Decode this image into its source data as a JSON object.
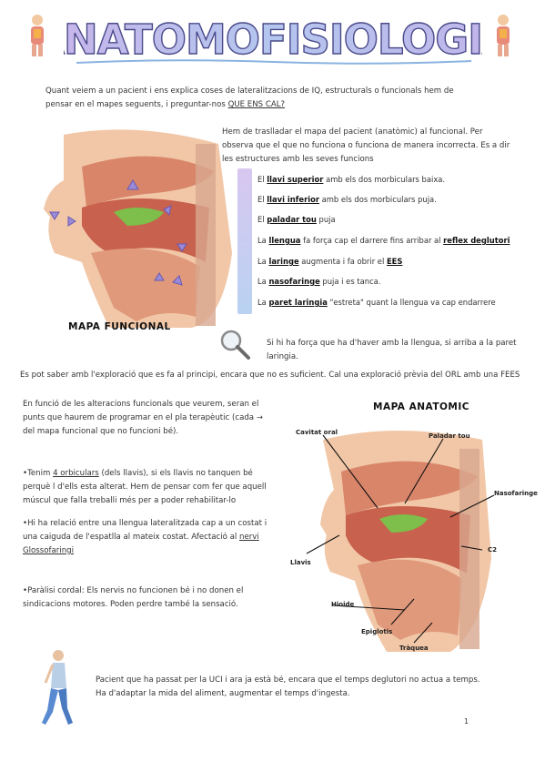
{
  "header": {
    "title": "ANATOMOFISIOLOGIA"
  },
  "intro": {
    "line1": "Quant veiem a un pacient i ens explica coses de lateralitzacions de IQ, estructurals o funcionals hem de",
    "line2_pre": "pensar en el mapes seguents, i preguntar-nos ",
    "line2_link": "QUE ENS CAL?"
  },
  "transfer": {
    "text": "Hem de traslladar el mapa del pacient (anatòmic) al funcional. Per observa que el que no funciona o funciona de manera incorrecta. Es a dir les estructures amb les seves funcions"
  },
  "functional_list": [
    {
      "pre": "El ",
      "term": "llavi superior",
      "post": " amb els dos morbiculars baixa."
    },
    {
      "pre": "El ",
      "term": "llavi inferior",
      "post": " amb els dos morbiculars puja."
    },
    {
      "pre": "El ",
      "term": "paladar tou",
      "post": " puja"
    },
    {
      "pre": "La ",
      "term": "llengua",
      "post": " fa força cap el darrere fins arribar al ",
      "term2": "reflex deglutori",
      "post2": ""
    },
    {
      "pre": "La ",
      "term": "laringe",
      "post": " augmenta i fa obrir el ",
      "term2": "EES",
      "post2": ""
    },
    {
      "pre": "La ",
      "term": "nasofaringe",
      "post": " puja i es tanca."
    },
    {
      "pre": "La ",
      "term": "paret laringia",
      "post": " \"estreta\" quant la llengua va cap endarrere"
    }
  ],
  "figure_functional": {
    "label": "MAPA FUNCIONAL"
  },
  "note_force": {
    "line1": "Si hi ha força que ha d'haver amb la llengua, si arriba a la paret",
    "line2": "laringia."
  },
  "exploration": {
    "text": "Es pot saber amb l'exploració que es fa al principi, encara que no es suficient. Cal una exploració prèvia del ORL amb una FEES"
  },
  "alterations": {
    "line1": "En funció de les alteracions funcionals que veurem, seran el",
    "line2_pre": "punts que haurem de programar en el pla terapèutic (cada ",
    "arrow": "→",
    "line3": "del mapa funcional que no funcioni bé)."
  },
  "bullets": {
    "b1_pre": "•Tenim ",
    "b1_link": "4 orbiculars",
    "b1_l1_post": " (dels llavis), si els llavis no tanquen bé",
    "b1_l2": "perquè l d'ells esta alterat. Hem de pensar com fer que aquell",
    "b1_l3": "múscul que falla treballi més per a poder rehabilitar-lo",
    "b2_l1": "•Hi ha relació entre una llengua lateralitzada cap a un costat i",
    "b2_l2": "una caiguda de l'espatlla al mateix costat. Afectació al ",
    "b2_link_a": "nervi",
    "b2_link_b": "Glossofaringi",
    "b3_l1": "•Paràlisi cordal: Els nervis no funcionen bé i no donen el",
    "b3_l2": "sindicacions motores. Poden perdre també la sensació."
  },
  "figure_anatomic": {
    "label": "MAPA ANATOMIC",
    "labels": {
      "cavitat_oral": "Cavitat oral",
      "paladar_tou": "Paladar tou",
      "nasofaringe": "Nasofaringe",
      "llavis": "Llavis",
      "c2": "C2",
      "hioide": "Hioide",
      "epiglotis": "Epiglotis",
      "traquea": "Tràquea"
    }
  },
  "footer_note": {
    "line1": "Pacient que ha passat per la UCI i ara ja està bé, encara que el temps deglutori no actua a temps.",
    "line2": "Ha d'adaptar la mida del aliment, augmentar el temps d'ingesta."
  },
  "page": {
    "number": "1"
  }
}
